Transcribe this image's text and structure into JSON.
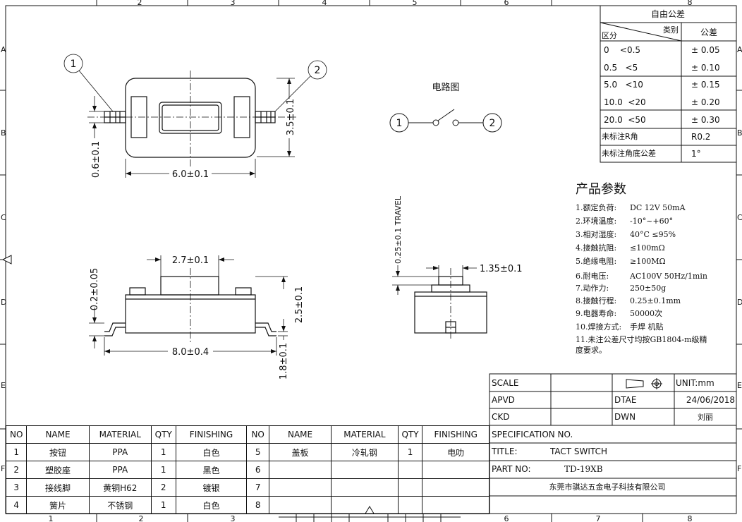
{
  "grid": {
    "cols_top": [
      "2",
      "3",
      "4",
      "5",
      "6",
      "8"
    ],
    "cols_bottom": [
      "1",
      "2",
      "3",
      "6",
      "7",
      "8"
    ],
    "rows_left": [
      "A",
      "B",
      "C",
      "D",
      "E",
      "F"
    ],
    "rows_right": [
      "A",
      "B",
      "C",
      "D",
      "E",
      "F"
    ]
  },
  "tolerance": {
    "title": "自由公差",
    "category": "类别",
    "division": "区分",
    "header_tol": "公差",
    "rows": [
      {
        "range": "0    <0.5",
        "tol": "± 0.05"
      },
      {
        "range": "0.5   <5",
        "tol": "± 0.10"
      },
      {
        "range": "5.0   <10",
        "tol": "± 0.15"
      },
      {
        "range": "10.0  <20",
        "tol": "± 0.20"
      },
      {
        "range": "20.0  <50",
        "tol": "± 0.30"
      }
    ],
    "r_angle_label": "未标注R角",
    "r_angle_value": "R0.2",
    "base_angle_label": "未标注角底公差",
    "base_angle_value": "1°"
  },
  "drawing": {
    "callout_1": "1",
    "callout_2": "2",
    "dim_width": "6.0±0.1",
    "dim_height_right": "3.5±0.1",
    "dim_pin": "0.6±0.1",
    "circuit_title": "电路图",
    "dim_button": "2.7±0.1",
    "dim_gap": "0.2±0.05",
    "dim_height": "2.5±0.1",
    "dim_length": "8.0±0.4",
    "dim_leg": "1.8±0.1",
    "dim_travel": "0.25±0.1 TRAVEL",
    "dim_side": "1.35±0.1"
  },
  "params": {
    "title": "产品参数",
    "items": [
      {
        "label": "1.额定负荷:",
        "value": "DC 12V 50mA"
      },
      {
        "label": "2.环境温度:",
        "value": "-10°~+60°"
      },
      {
        "label": "3.相对湿度:",
        "value": "40°C  ≤95%"
      },
      {
        "label": "4.接触抗阻:",
        "value": "≤100mΩ"
      },
      {
        "label": "5.绝缘电阻:",
        "value": "≥100MΩ"
      },
      {
        "label": "6.耐电压:",
        "value": "AC100V 50Hz/1min"
      },
      {
        "label": "7.动作力:",
        "value": "250±50g"
      },
      {
        "label": "8.接触行程:",
        "value": "0.25±0.1mm"
      },
      {
        "label": "9.电器寿命:",
        "value": "50000次"
      },
      {
        "label": "10.焊接方式:",
        "value": "手焊 机贴"
      }
    ],
    "note_line1": "11.未注公差尺寸均按GB1804-m级精",
    "note_line2": "度要求。"
  },
  "title_block": {
    "scale": "SCALE",
    "unit": "UNIT:mm",
    "apvd": "APVD",
    "dtae": "DTAE",
    "date": "24/06/2018",
    "ckd": "CKD",
    "dwn": "DWN",
    "drawer": "刘丽",
    "spec": "SPECIFICATION NO.",
    "title_label": "TITLE:",
    "title_value": "TACT SWITCH",
    "part_label": "PART NO:",
    "part_value": "TD-19XB",
    "company": "东莞市骐达五金电子科技有限公司"
  },
  "bom": {
    "headers": [
      "NO",
      "NAME",
      "MATERIAL",
      "QTY",
      "FINISHING",
      "NO",
      "NAME",
      "MATERIAL",
      "QTY",
      "FINISHING"
    ],
    "rows": [
      [
        "1",
        "按钮",
        "PPA",
        "1",
        "白色",
        "5",
        "盖板",
        "冷轧钢",
        "1",
        "电叻"
      ],
      [
        "2",
        "塑胶座",
        "PPA",
        "1",
        "黑色",
        "6",
        "",
        "",
        "",
        ""
      ],
      [
        "3",
        "接线脚",
        "黄铜H62",
        "2",
        "镀银",
        "7",
        "",
        "",
        "",
        ""
      ],
      [
        "4",
        "簧片",
        "不锈钢",
        "1",
        "白色",
        "8",
        "",
        "",
        "",
        ""
      ]
    ]
  }
}
